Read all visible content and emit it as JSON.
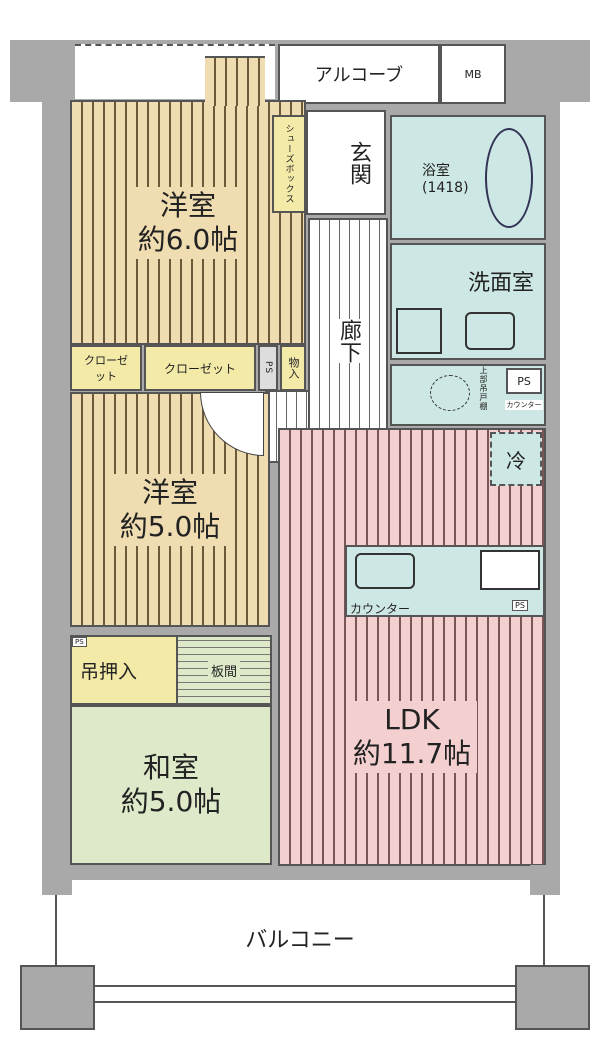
{
  "rooms": {
    "western1": {
      "name": "洋室",
      "size": "約6.0帖"
    },
    "western2": {
      "name": "洋室",
      "size": "約5.0帖"
    },
    "japanese": {
      "name": "和室",
      "size": "約5.0帖"
    },
    "ldk": {
      "name": "LDK",
      "size": "約11.7帖"
    },
    "alcove": "アルコーブ",
    "mb": "MB",
    "entrance": "玄関",
    "shoebox": "シューズボックス",
    "bath": "浴室",
    "bath_size": "(1418)",
    "washroom": "洗面室",
    "hallway": "廊下",
    "closet1": "クローゼット",
    "closet2": "クローゼット",
    "ps1": "PS",
    "storage": "物入",
    "ps2": "PS",
    "upper_cabinet": "上部吊戸棚",
    "counter_small": "カウンター",
    "fridge": "冷",
    "counter": "カウンター",
    "ps3": "PS",
    "ps4": "PS",
    "hanging_closet": "吊押入",
    "wood_floor": "板間",
    "balcony": "バルコニー"
  },
  "colors": {
    "western": "#efdcb0",
    "ldk": "#f3cfcf",
    "wet": "#cde8e4",
    "japanese": "#dde9c8",
    "storage": "#f3eaa8",
    "wall": "#a9a9a9"
  }
}
